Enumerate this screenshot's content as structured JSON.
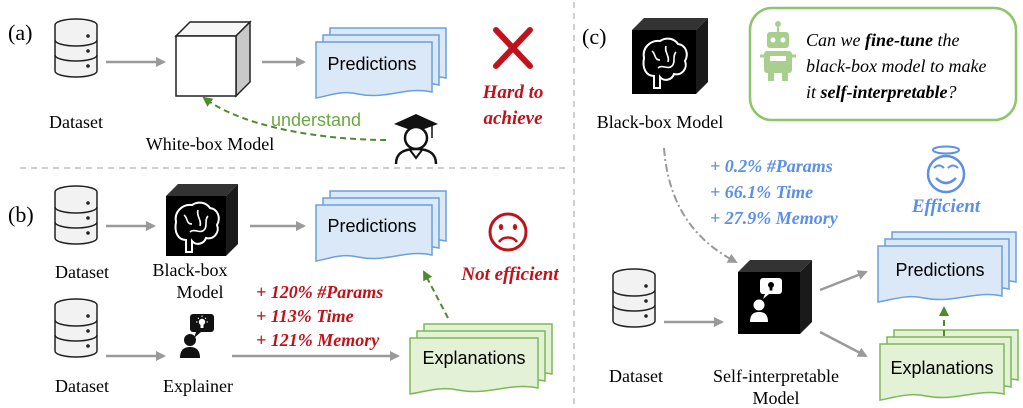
{
  "colors": {
    "red": "#c0121b",
    "blue_text": "#5b8fe8",
    "green_text": "#6aa844",
    "pred_fill": "#dbe8f8",
    "pred_stroke": "#6aa0dc",
    "expl_fill": "#e3f1d6",
    "expl_stroke": "#7db857",
    "bubble_stroke": "#8cc56a",
    "gray": "#9a9a9a"
  },
  "panel_a": {
    "label": "(a)",
    "dataset_label": "Dataset",
    "model_label": "White-box Model",
    "predictions_label": "Predictions",
    "understand_label": "understand",
    "verdict_line1": "Hard to",
    "verdict_line2": "achieve"
  },
  "panel_b": {
    "label": "(b)",
    "dataset_label_top": "Dataset",
    "dataset_label_bottom": "Dataset",
    "model_label_line1": "Black-box",
    "model_label_line2": "Model",
    "explainer_label": "Explainer",
    "predictions_label": "Predictions",
    "explanations_label": "Explanations",
    "cost_params": "+ 120% #Params",
    "cost_time": "+ 113% Time",
    "cost_memory": "+ 121% Memory",
    "verdict": "Not efficient"
  },
  "panel_c": {
    "label": "(c)",
    "blackbox_label": "Black-box Model",
    "question_parts": [
      "Can we ",
      "fine-tune",
      " the",
      "black-box model to make",
      "it ",
      "self-interpretable",
      "?"
    ],
    "cost_params": "+ 0.2% #Params",
    "cost_time": "+ 66.1% Time",
    "cost_memory": "+ 27.9% Memory",
    "verdict": "Efficient",
    "dataset_label": "Dataset",
    "model_label_line1": "Self-interpretable",
    "model_label_line2": "Model",
    "predictions_label": "Predictions",
    "explanations_label": "Explanations"
  }
}
